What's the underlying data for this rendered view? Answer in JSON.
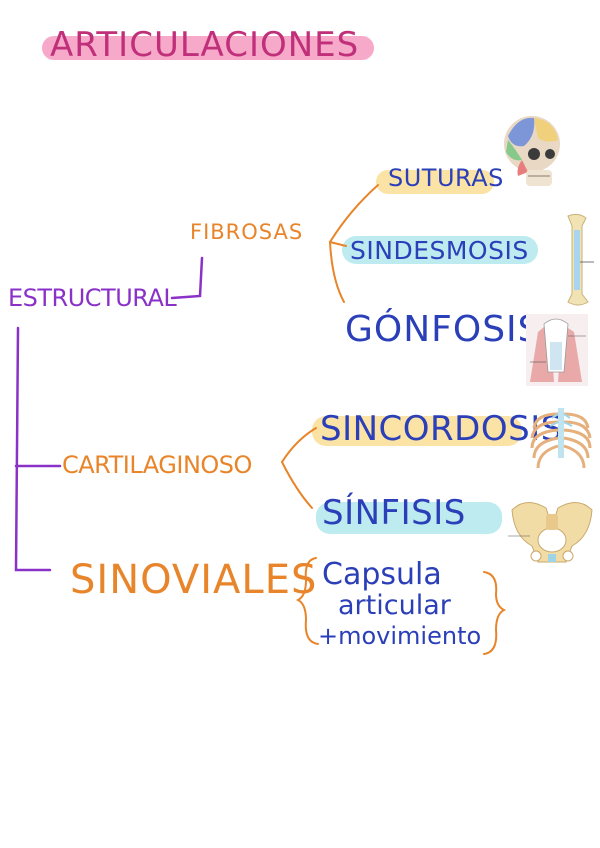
{
  "title": "ARTICULACIONES",
  "colors": {
    "title_highlight": "#f7a9c9",
    "title_text": "#c0307a",
    "level1": "#8a32c8",
    "level2": "#e8852a",
    "level3": "#2a3fb8",
    "yellow_highlight": "#fbe3a6",
    "cyan_highlight": "#bdebf0"
  },
  "root": {
    "label": "ESTRUCTURAL"
  },
  "branches": [
    {
      "label": "FIBROSAS"
    },
    {
      "label": "CARTILAGINOSO"
    },
    {
      "label": "SINOVIALES"
    }
  ],
  "fibrosas_children": [
    {
      "label": "SUTURAS",
      "highlight": "yellow",
      "illustration": "skull"
    },
    {
      "label": "SINDESMOSIS",
      "highlight": "cyan",
      "illustration": "long-bone"
    },
    {
      "label": "GÓNFOSIS",
      "highlight": "none",
      "illustration": "tooth-socket"
    }
  ],
  "cartilaginoso_children": [
    {
      "label": "SINCORDOSIS",
      "highlight": "yellow",
      "illustration": "rib-cage"
    },
    {
      "label": "SÍNFISIS",
      "highlight": "cyan",
      "illustration": "pelvis"
    }
  ],
  "sinoviales_note": {
    "line1": "Capsula",
    "line2": "articular",
    "line3": "+movimiento"
  }
}
